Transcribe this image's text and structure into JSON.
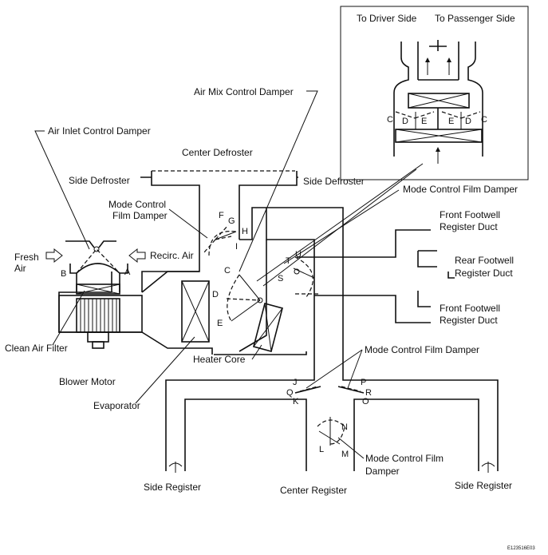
{
  "labels": {
    "air_mix_control_damper": "Air Mix Control Damper",
    "air_inlet_control_damper": "Air Inlet Control Damper",
    "center_defroster": "Center Defroster",
    "side_defroster_left": "Side Defroster",
    "side_defroster_right": "Side Defroster",
    "mode_control_film_damper_upper_1": "Mode Control",
    "mode_control_film_damper_upper_2": "Film Damper",
    "mode_control_film_damper_right": "Mode Control Film Damper",
    "fresh_air_1": "Fresh",
    "fresh_air_2": "Air",
    "recirc_air": "Recirc. Air",
    "front_footwell_upper_1": "Front Footwell",
    "front_footwell_upper_2": "Register Duct",
    "rear_footwell_1": "Rear Footwell",
    "rear_footwell_2": "Register Duct",
    "front_footwell_lower_1": "Front Footwell",
    "front_footwell_lower_2": "Register Duct",
    "clean_air_filter": "Clean Air Filter",
    "blower_motor": "Blower Motor",
    "heater_core": "Heater Core",
    "evaporator": "Evaporator",
    "mode_control_film_damper_lower": "Mode Control Film Damper",
    "mode_control_film_damper_bottom_1": "Mode Control Film",
    "mode_control_film_damper_bottom_2": "Damper",
    "side_register_left": "Side Register",
    "center_register": "Center Register",
    "side_register_right": "Side Register",
    "to_driver_side": "To Driver Side",
    "to_passenger_side": "To Passenger Side",
    "figure_code": "E123516E03"
  },
  "letters": {
    "A": "A",
    "B": "B",
    "C": "C",
    "D": "D",
    "E": "E",
    "F": "F",
    "G": "G",
    "H": "H",
    "I": "I",
    "J": "J",
    "K": "K",
    "L": "L",
    "M": "M",
    "N": "N",
    "O": "O",
    "P": "P",
    "Q": "Q",
    "R": "R",
    "S": "S",
    "T": "T",
    "U": "U"
  },
  "inset_letters": {
    "c_left": "C",
    "d_left": "D",
    "e_left": "E",
    "e_right": "E",
    "d_right": "D",
    "c_right": "C"
  }
}
